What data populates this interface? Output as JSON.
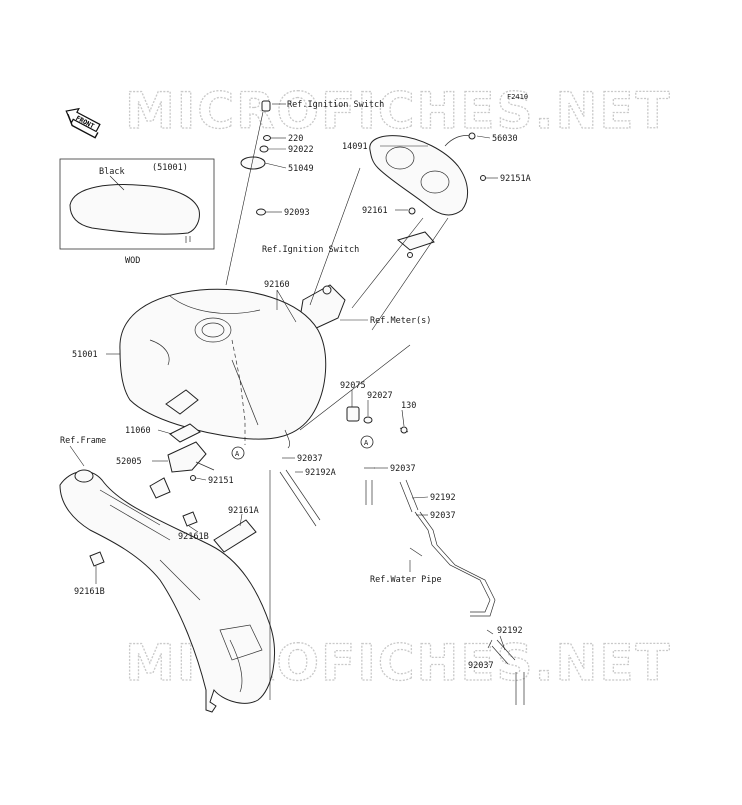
{
  "diagram": {
    "code": "F2410",
    "front_label": "FRONT",
    "watermark_top": "MICROFICHES.NET",
    "watermark_bottom": "MICROFICHES.NET",
    "inset": {
      "color_label": "Black",
      "part_ref": "(51001)",
      "caption": "WOD"
    },
    "circle_a": "A",
    "labels": {
      "ref_ignition_top": "Ref.Ignition Switch",
      "p220": "220",
      "p92022": "92022",
      "p51049": "51049",
      "p92093": "92093",
      "p14091": "14091",
      "p56030": "56030",
      "p92151A": "92151A",
      "p92161": "92161",
      "ref_ignition_mid": "Ref.Ignition Switch",
      "p92160": "92160",
      "ref_meter": "Ref.Meter(s)",
      "p51001": "51001",
      "p92075": "92075",
      "p92027": "92027",
      "p130": "130",
      "ref_frame": "Ref.Frame",
      "p11060": "11060",
      "p52005": "52005",
      "p92151": "92151",
      "p92037_a": "92037",
      "p92192A": "92192A",
      "p92037_b": "92037",
      "p92192_a": "92192",
      "p92037_c": "92037",
      "p92161B_a": "92161B",
      "p92161A": "92161A",
      "ref_water_pipe": "Ref.Water Pipe",
      "p92161B_b": "92161B",
      "p92192_b": "92192",
      "p92037_d": "92037"
    }
  }
}
